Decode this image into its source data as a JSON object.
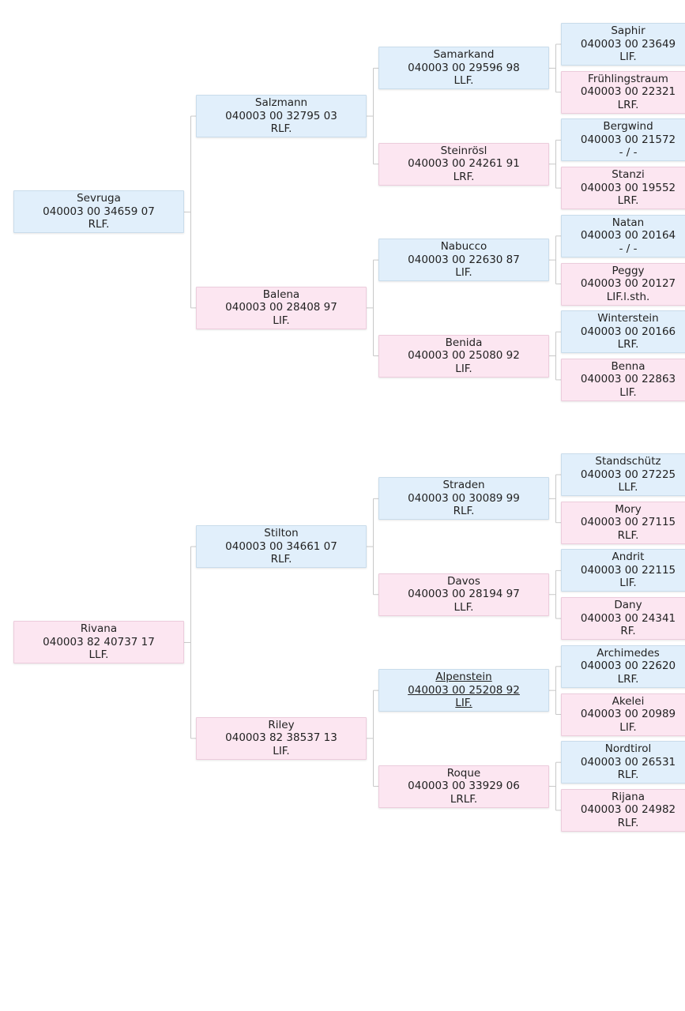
{
  "colors": {
    "male": "#e1effb",
    "female": "#fce6f1",
    "connector": "#c8c8c8"
  },
  "pedigrees": [
    {
      "name": "Sevruga",
      "reg": "040003 00 34659 07",
      "code": "RLF.",
      "sex": "m",
      "sire": {
        "name": "Salzmann",
        "reg": "040003 00 32795 03",
        "code": "RLF.",
        "sex": "m",
        "sire": {
          "name": "Samarkand",
          "reg": "040003 00 29596 98",
          "code": "LLF.",
          "sex": "m",
          "sire": {
            "name": "Saphir",
            "reg": "040003 00 23649",
            "code": "LIF.",
            "sex": "m"
          },
          "dam": {
            "name": "Frühlingstraum",
            "reg": "040003 00 22321",
            "code": "LRF.",
            "sex": "f"
          }
        },
        "dam": {
          "name": "Steinrösl",
          "reg": "040003 00 24261 91",
          "code": "LRF.",
          "sex": "f",
          "sire": {
            "name": "Bergwind",
            "reg": "040003 00 21572",
            "code": "- / -",
            "sex": "m"
          },
          "dam": {
            "name": "Stanzi",
            "reg": "040003 00 19552",
            "code": "LRF.",
            "sex": "f"
          }
        }
      },
      "dam": {
        "name": "Balena",
        "reg": "040003 00 28408 97",
        "code": "LIF.",
        "sex": "f",
        "sire": {
          "name": "Nabucco",
          "reg": "040003 00 22630 87",
          "code": "LIF.",
          "sex": "m",
          "sire": {
            "name": "Natan",
            "reg": "040003 00 20164",
            "code": "- / -",
            "sex": "m"
          },
          "dam": {
            "name": "Peggy",
            "reg": "040003 00 20127",
            "code": "LIF.l.sth.",
            "sex": "f"
          }
        },
        "dam": {
          "name": "Benida",
          "reg": "040003 00 25080 92",
          "code": "LIF.",
          "sex": "f",
          "sire": {
            "name": "Winterstein",
            "reg": "040003 00 20166",
            "code": "LRF.",
            "sex": "m"
          },
          "dam": {
            "name": "Benna",
            "reg": "040003 00 22863",
            "code": "LIF.",
            "sex": "f"
          }
        }
      }
    },
    {
      "name": "Rivana",
      "reg": "040003 82 40737 17",
      "code": "LLF.",
      "sex": "f",
      "sire": {
        "name": "Stilton",
        "reg": "040003 00 34661 07",
        "code": "RLF.",
        "sex": "m",
        "sire": {
          "name": "Straden",
          "reg": "040003 00 30089 99",
          "code": "RLF.",
          "sex": "m",
          "sire": {
            "name": "Standschütz",
            "reg": "040003 00 27225",
            "code": "LLF.",
            "sex": "m"
          },
          "dam": {
            "name": "Mory",
            "reg": "040003 00 27115",
            "code": "RLF.",
            "sex": "f"
          }
        },
        "dam": {
          "name": "Davos",
          "reg": "040003 00 28194 97",
          "code": "LLF.",
          "sex": "f",
          "sire": {
            "name": "Andrit",
            "reg": "040003 00 22115",
            "code": "LIF.",
            "sex": "m"
          },
          "dam": {
            "name": "Dany",
            "reg": "040003 00 24341",
            "code": "RF.",
            "sex": "f"
          }
        }
      },
      "dam": {
        "name": "Riley",
        "reg": "040003 82 38537 13",
        "code": "LIF.",
        "sex": "f",
        "sire": {
          "name": "Alpenstein",
          "reg": "040003 00 25208 92",
          "code": "LIF.",
          "sex": "m",
          "link": true,
          "sire": {
            "name": "Archimedes",
            "reg": "040003 00 22620",
            "code": "LRF.",
            "sex": "m"
          },
          "dam": {
            "name": "Akelei",
            "reg": "040003 00 20989",
            "code": "LIF.",
            "sex": "f"
          }
        },
        "dam": {
          "name": "Roque",
          "reg": "040003 00 33929 06",
          "code": "LRLF.",
          "sex": "f",
          "sire": {
            "name": "Nordtirol",
            "reg": "040003 00 26531",
            "code": "RLF.",
            "sex": "m"
          },
          "dam": {
            "name": "Rijana",
            "reg": "040003 00 24982",
            "code": "RLF.",
            "sex": "f"
          }
        }
      }
    }
  ]
}
